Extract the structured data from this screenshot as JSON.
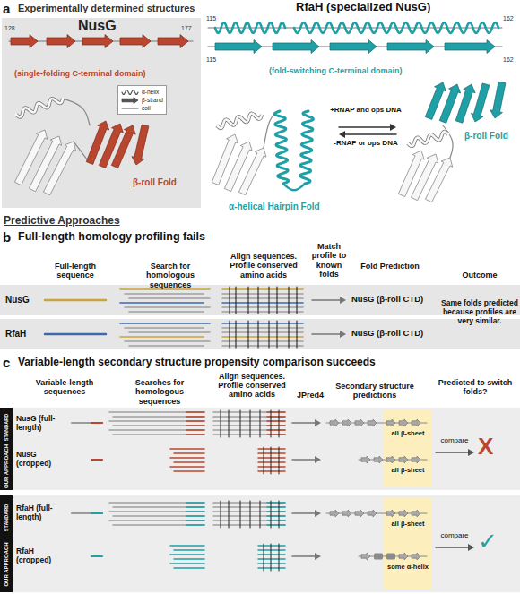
{
  "diagram": {
    "nodes": [
      {
        "text": [
          "NusG",
          "128",
          "177",
          "(single-folding C-terminal domain)",
          "β-roll Fold"
        ]
      },
      {
        "text": [
          "NusG",
          "NusG (β-roll CTD)"
        ]
      },
      {
        "text": [
          "RfaH",
          "NusG (β-roll CTD)"
        ]
      },
      {
        "text": [
          "NusG (full-length)",
          "NusG (cropped)",
          "compare",
          "X"
        ]
      },
      {
        "text": [
          "STANDARD",
          "OUR APPROACH"
        ],
        "in": 3
      },
      {
        "text": [
          "all β-sheet",
          "all β-sheet"
        ],
        "in": 3
      },
      {
        "text": [
          "RfaH (full-length)",
          "RfaH (cropped)",
          "compare",
          "✓"
        ]
      },
      {
        "text": [
          "STANDARD",
          "OUR APPROACH"
        ],
        "in": 6
      },
      {
        "text": [
          "all β-sheet",
          "some α-helix"
        ],
        "in": 6
      }
    ],
    "labels": [
      "a",
      "Experimentally determined structures",
      "RfaH (specialized NusG)",
      "115",
      "162",
      "115",
      "162",
      "(fold-switching C-terminal domain)",
      "+RNAP and ops DNA",
      "-RNAP or ops DNA",
      "β-roll Fold",
      "α-helical Hairpin Fold",
      "Predictive Approaches",
      "b",
      "Full-length homology profiling fails",
      "Full-length sequence",
      "Search for homologous sequences",
      "Align sequences. Profile conserved amino acids",
      "Match profile to known folds",
      "Fold Prediction",
      "Outcome",
      "Same folds predicted because profiles are very similar.",
      "c",
      "Variable-length secondary structure propensity comparison succeeds",
      "Variable-length sequences",
      "Searches for homologous sequences",
      "Align sequences. Profile conserved amino acids",
      "JPred4",
      "Secondary structure predictions",
      "Predicted to switch folds?"
    ],
    "legend": [
      {
        "text": "α-helix"
      },
      {
        "text": "β-strand"
      },
      {
        "text": "coil"
      }
    ]
  }
}
